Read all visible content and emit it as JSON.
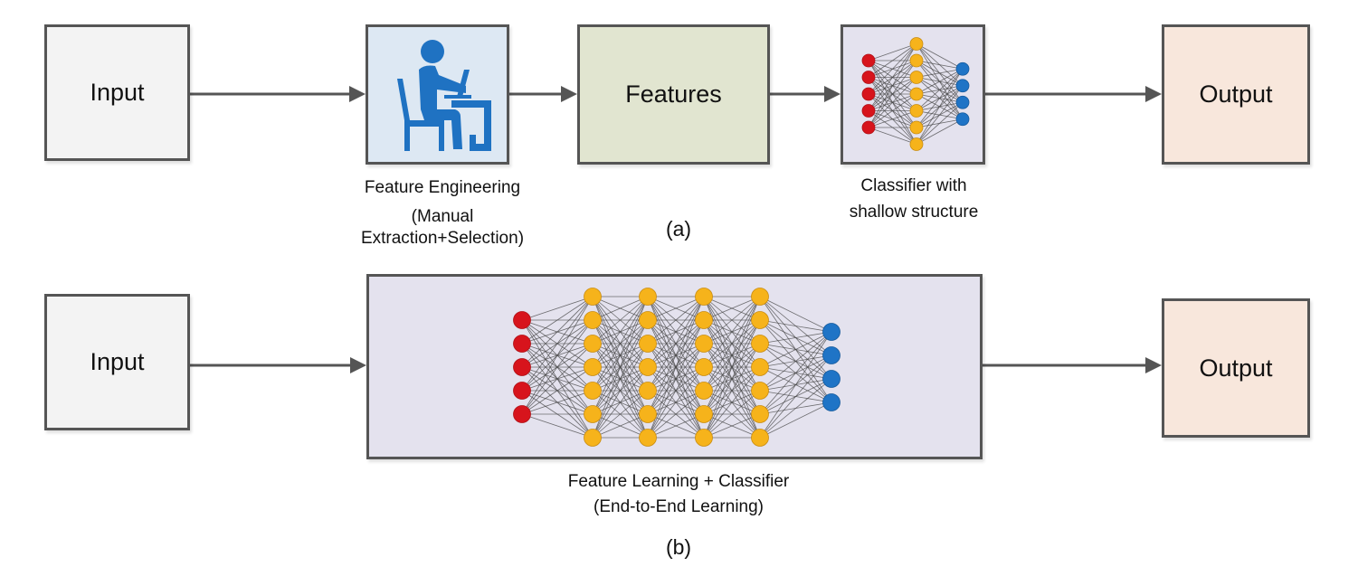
{
  "colors": {
    "input_fill": "#f3f3f3",
    "feature_eng_fill": "#dde8f3",
    "features_fill": "#e1e5d0",
    "classifier_fill": "#e4e2ee",
    "output_fill": "#f8e7dc",
    "border": "#555555",
    "arrow": "#555555",
    "icon_blue": "#1f72c2",
    "node_input": "#d7141c",
    "node_hidden": "#f6b31b",
    "node_output": "#1f74c6",
    "edge": "#444444"
  },
  "diagram_a": {
    "caption": "(a)",
    "input_label": "Input",
    "feature_engineering": {
      "icon": "person-at-computer-icon",
      "caption_line1": "Feature Engineering",
      "caption_line2": "(Manual Extraction+Selection)"
    },
    "features_label": "Features",
    "classifier": {
      "caption_line1": "Classifier with",
      "caption_line2": "shallow structure",
      "layers": [
        5,
        7,
        4
      ]
    },
    "output_label": "Output"
  },
  "diagram_b": {
    "caption": "(b)",
    "input_label": "Input",
    "network": {
      "caption_line1": "Feature Learning + Classifier",
      "caption_line2": "(End-to-End Learning)",
      "layers": [
        5,
        7,
        7,
        7,
        7,
        4
      ]
    },
    "output_label": "Output"
  }
}
